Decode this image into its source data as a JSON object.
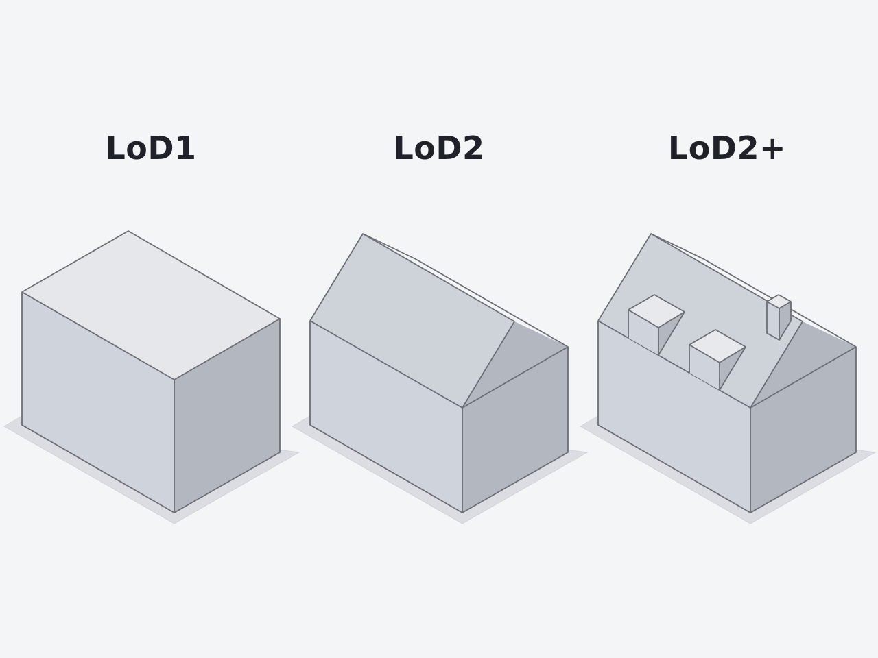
{
  "models": [
    {
      "id": "lod1",
      "label": "LoD1"
    },
    {
      "id": "lod2",
      "label": "LoD2"
    },
    {
      "id": "lod2plus",
      "label": "LoD2+"
    }
  ],
  "colors": {
    "background": "#f4f5f7",
    "text": "#1f2329",
    "edge": "#6b6e74",
    "face_top": "#e6e7ea",
    "face_left": "#cfd3db",
    "face_right": "#b3b7bf",
    "shadow": "#dcdde2"
  }
}
